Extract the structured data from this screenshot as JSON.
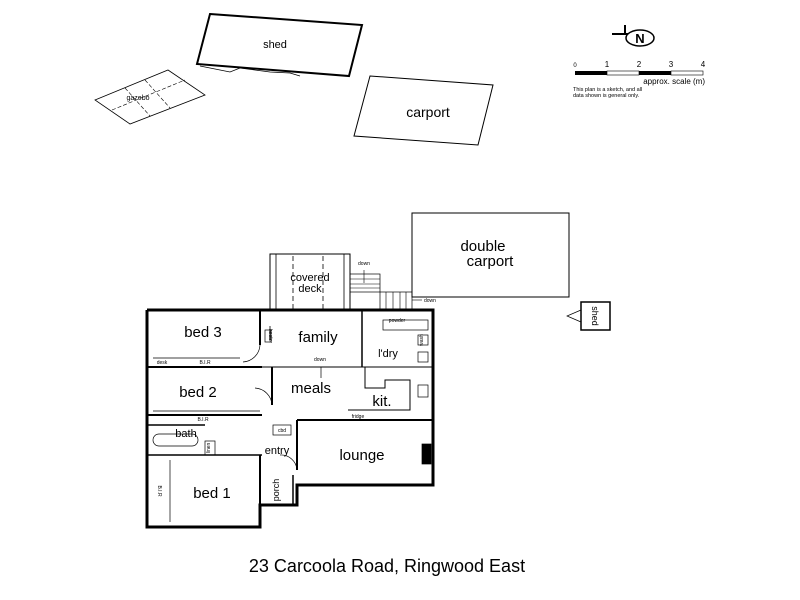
{
  "outbuildings": {
    "shed_top": "shed",
    "gazebo": "gazebo",
    "carport": "carport",
    "double_carport_line1": "double",
    "double_carport_line2": "carport",
    "shed_right": "shed"
  },
  "legend": {
    "scale_ticks": [
      "0",
      "1",
      "2",
      "3",
      "4"
    ],
    "scale_label": "approx. scale (m)",
    "note_line1": "This plan is a sketch, and all",
    "note_line2": "data shown is general only.",
    "north_letter": "N"
  },
  "rooms": {
    "covered_deck_line1": "covered",
    "covered_deck_line2": "deck",
    "bed3": "bed 3",
    "family": "family",
    "laundry": "l'dry",
    "bed2": "bed 2",
    "meals": "meals",
    "kitchen": "kit.",
    "bath": "bath",
    "entry": "entry",
    "lounge": "lounge",
    "bed1": "bed 1",
    "porch": "porch"
  },
  "fixtures": {
    "down_stairs": "down",
    "down_side": "down",
    "down_family": "down",
    "powder": "powder",
    "heater": "heater",
    "desk": "desk",
    "bir_bed3": "B.I.R",
    "bir_bed2": "B.I.R",
    "bir_bed1": "B.I.R",
    "fridge": "fridge",
    "cbd": "cbd",
    "linen": "linen",
    "wash": "wash"
  },
  "address": "23 Carcoola Road, Ringwood East"
}
